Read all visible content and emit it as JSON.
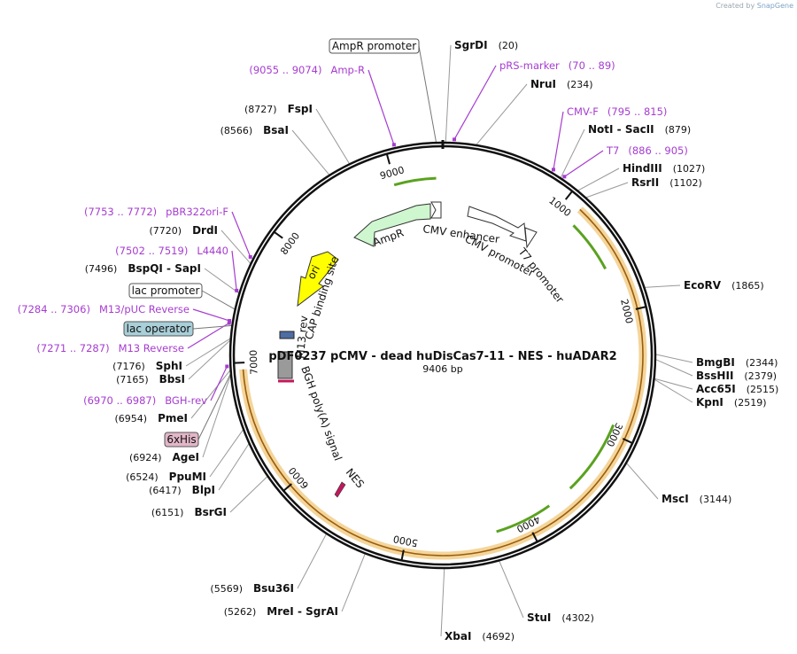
{
  "credit": {
    "prefix": "Created by",
    "brand": "SnapGene"
  },
  "plasmid": {
    "name": "pDF0237 pCMV - dead huDisCas7-11 - NES - huADAR2",
    "length_label": "9406 bp",
    "length": 9406
  },
  "ticks": [
    {
      "pos": 1000,
      "label": "1000"
    },
    {
      "pos": 2000,
      "label": "2000"
    },
    {
      "pos": 3000,
      "label": "3000"
    },
    {
      "pos": 4000,
      "label": "4000"
    },
    {
      "pos": 5000,
      "label": "5000"
    },
    {
      "pos": 6000,
      "label": "6000"
    },
    {
      "pos": 7000,
      "label": "7000"
    },
    {
      "pos": 8000,
      "label": "8000"
    },
    {
      "pos": 9000,
      "label": "9000"
    }
  ],
  "sites": [
    {
      "name": "SgrDI",
      "pos": "(20)",
      "bp": 20,
      "side": "right"
    },
    {
      "name": "NruI",
      "pos": "(234)",
      "bp": 234,
      "side": "right"
    },
    {
      "name": "NotI - SacII",
      "pos": "(879)",
      "bp": 879,
      "side": "right"
    },
    {
      "name": "HindIII",
      "pos": "(1027)",
      "bp": 1027,
      "side": "right"
    },
    {
      "name": "RsrII",
      "pos": "(1102)",
      "bp": 1102,
      "side": "right"
    },
    {
      "name": "EcoRV",
      "pos": "(1865)",
      "bp": 1865,
      "side": "right"
    },
    {
      "name": "BmgBI",
      "pos": "(2344)",
      "bp": 2344,
      "side": "right"
    },
    {
      "name": "BssHII",
      "pos": "(2379)",
      "bp": 2379,
      "side": "right"
    },
    {
      "name": "Acc65I",
      "pos": "(2515)",
      "bp": 2515,
      "side": "right"
    },
    {
      "name": "KpnI",
      "pos": "(2519)",
      "bp": 2519,
      "side": "right"
    },
    {
      "name": "MscI",
      "pos": "(3144)",
      "bp": 3144,
      "side": "right"
    },
    {
      "name": "StuI",
      "pos": "(4302)",
      "bp": 4302,
      "side": "right"
    },
    {
      "name": "XbaI",
      "pos": "(4692)",
      "bp": 4692,
      "side": "right"
    },
    {
      "name": "MreI - SgrAI",
      "pos": "(5262)",
      "bp": 5262,
      "side": "left"
    },
    {
      "name": "Bsu36I",
      "pos": "(5569)",
      "bp": 5569,
      "side": "left"
    },
    {
      "name": "BsrGI",
      "pos": "(6151)",
      "bp": 6151,
      "side": "left"
    },
    {
      "name": "BlpI",
      "pos": "(6417)",
      "bp": 6417,
      "side": "left"
    },
    {
      "name": "PpuMI",
      "pos": "(6524)",
      "bp": 6524,
      "side": "left"
    },
    {
      "name": "AgeI",
      "pos": "(6924)",
      "bp": 6924,
      "side": "left"
    },
    {
      "name": "PmeI",
      "pos": "(6954)",
      "bp": 6954,
      "side": "left"
    },
    {
      "name": "BbsI",
      "pos": "(7165)",
      "bp": 7165,
      "side": "left"
    },
    {
      "name": "SphI",
      "pos": "(7176)",
      "bp": 7176,
      "side": "left"
    },
    {
      "name": "BspQI - SapI",
      "pos": "(7496)",
      "bp": 7496,
      "side": "left"
    },
    {
      "name": "DrdI",
      "pos": "(7720)",
      "bp": 7720,
      "side": "left"
    },
    {
      "name": "BsaI",
      "pos": "(8566)",
      "bp": 8566,
      "side": "left"
    },
    {
      "name": "FspI",
      "pos": "(8727)",
      "bp": 8727,
      "side": "left"
    }
  ],
  "primers": [
    {
      "name": "pRS-marker",
      "range": "(70 .. 89)",
      "bp": 80,
      "side": "right"
    },
    {
      "name": "CMV-F",
      "range": "(795 .. 815)",
      "bp": 805,
      "side": "right"
    },
    {
      "name": "T7",
      "range": "(886 .. 905)",
      "bp": 895,
      "side": "right"
    },
    {
      "name": "Amp-R",
      "range": "(9055 .. 9074)",
      "bp": 9065,
      "side": "left"
    },
    {
      "name": "pBR322ori-F",
      "range": "(7753 .. 7772)",
      "bp": 7762,
      "side": "left"
    },
    {
      "name": "L4440",
      "range": "(7502 .. 7519)",
      "bp": 7510,
      "side": "left"
    },
    {
      "name": "M13/pUC Reverse",
      "range": "(7284 .. 7306)",
      "bp": 7295,
      "side": "left"
    },
    {
      "name": "M13 Reverse",
      "range": "(7271 .. 7287)",
      "bp": 7279,
      "side": "left"
    },
    {
      "name": "BGH-rev",
      "range": "(6970 .. 6987)",
      "bp": 6978,
      "side": "left"
    }
  ],
  "boxed_labels": [
    {
      "name": "AmpR promoter",
      "bp": 9360,
      "fill": "#ffffff"
    },
    {
      "name": "lac promoter",
      "bp": 7380,
      "fill": "#ffffff"
    },
    {
      "name": "lac operator",
      "bp": 7265,
      "fill": "#a9cfd9"
    },
    {
      "name": "6xHis",
      "bp": 6930,
      "fill": "#e2b6c8"
    }
  ],
  "inner_features": {
    "ampr": "AmpR",
    "cmv_enhancer": "CMV enhancer",
    "cmv_promoter": "CMV promoter",
    "t7_promoter": "T7 promoter",
    "ori": "ori",
    "cap_site": "CAP binding site",
    "m13_rev": "M13 rev",
    "bgh": "BGH poly(A) signal",
    "nes": "NES"
  },
  "colors": {
    "backbone": "#111111",
    "cds": "#f0c77a",
    "cds_line": "#9b5d0a",
    "green_arrow": "#5aa21f",
    "ampr_fill": "#cff7cf",
    "ori_fill": "#ffff00",
    "primer": "#a63cd0",
    "nes": "#c2185b"
  }
}
